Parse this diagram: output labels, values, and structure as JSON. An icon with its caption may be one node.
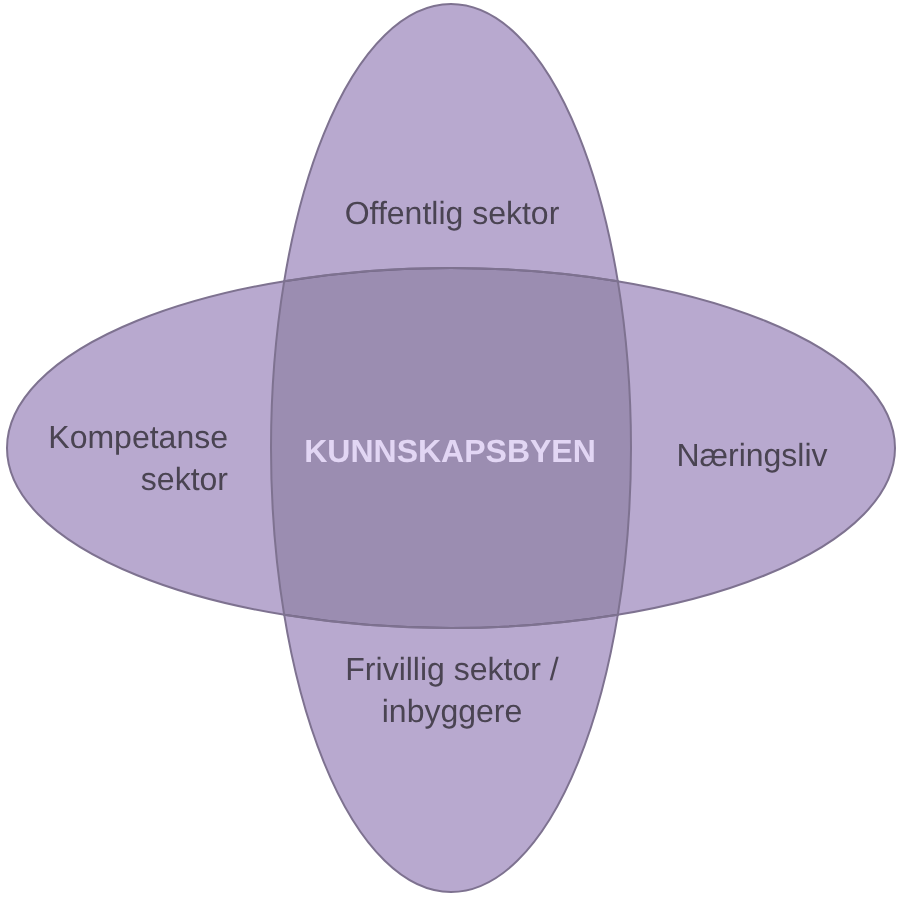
{
  "diagram": {
    "nodes": [
      {
        "text": [
          "Offentlig sektor",
          "Frivillig sektor / inbyggere"
        ]
      },
      {
        "text": [
          "Kompetanse sektor",
          "Næringsliv"
        ]
      },
      {
        "text": [
          "KUNNSKAPSBYEN"
        ]
      }
    ]
  }
}
